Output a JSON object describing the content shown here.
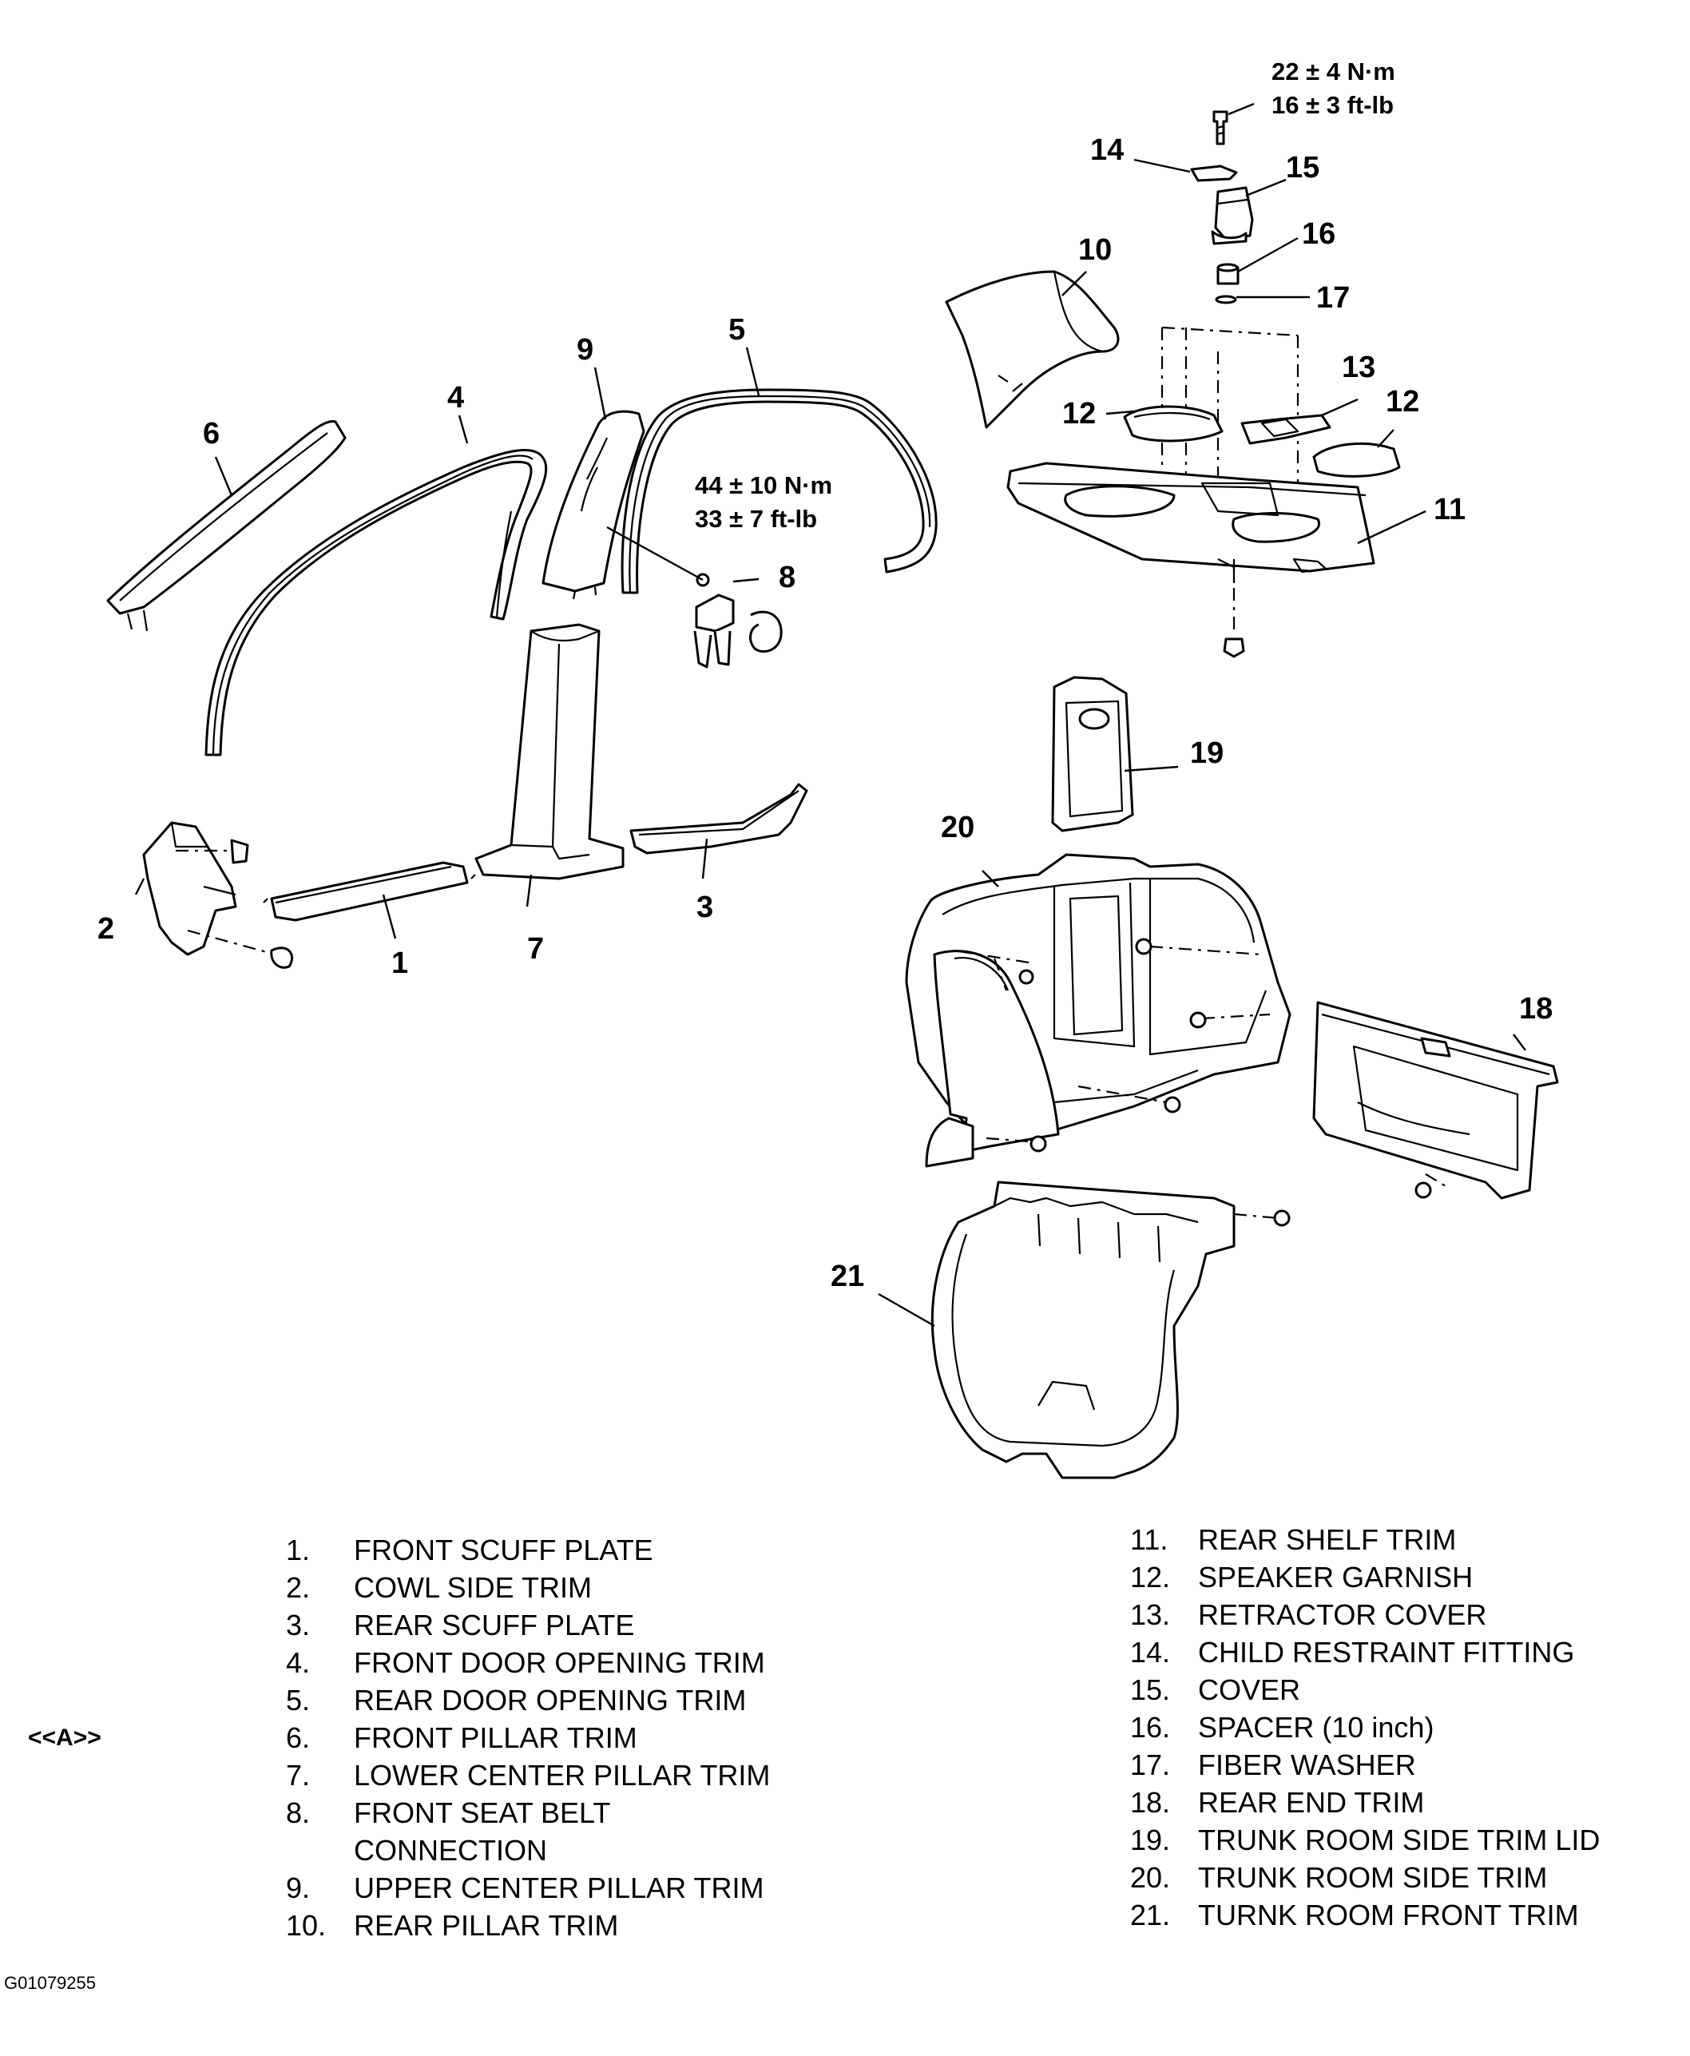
{
  "callouts": {
    "c1": "1",
    "c2": "2",
    "c3": "3",
    "c4": "4",
    "c5": "5",
    "c6": "6",
    "c7": "7",
    "c8": "8",
    "c9": "9",
    "c10": "10",
    "c11": "11",
    "c12a": "12",
    "c12b": "12",
    "c13": "13",
    "c14": "14",
    "c15": "15",
    "c16": "16",
    "c17": "17",
    "c18": "18",
    "c19": "19",
    "c20": "20",
    "c21": "21"
  },
  "torques": {
    "upper_nm": "22 ± 4 N·m",
    "upper_ftlb": "16 ± 3 ft-lb",
    "belt_nm": "44 ± 10 N·m",
    "belt_ftlb": "33 ± 7 ft-lb"
  },
  "legend": {
    "left": [
      {
        "num": "1.",
        "text": "FRONT SCUFF PLATE"
      },
      {
        "num": "2.",
        "text": "COWL SIDE TRIM"
      },
      {
        "num": "3.",
        "text": "REAR SCUFF PLATE"
      },
      {
        "num": "4.",
        "text": "FRONT DOOR OPENING TRIM"
      },
      {
        "num": "5.",
        "text": "REAR DOOR OPENING TRIM"
      },
      {
        "num": "6.",
        "text": "FRONT PILLAR TRIM"
      },
      {
        "num": "7.",
        "text": "LOWER CENTER PILLAR TRIM"
      },
      {
        "num": "8.",
        "text": "FRONT SEAT BELT"
      },
      {
        "num": "",
        "text": "CONNECTION"
      },
      {
        "num": "9.",
        "text": "UPPER CENTER PILLAR TRIM"
      },
      {
        "num": "10.",
        "text": "REAR PILLAR TRIM"
      }
    ],
    "right": [
      {
        "num": "11.",
        "text": "REAR SHELF TRIM"
      },
      {
        "num": "12.",
        "text": "SPEAKER GARNISH"
      },
      {
        "num": "13.",
        "text": "RETRACTOR COVER"
      },
      {
        "num": "14.",
        "text": "CHILD RESTRAINT FITTING"
      },
      {
        "num": "15.",
        "text": "COVER"
      },
      {
        "num": "16.",
        "text": "SPACER (10 inch)"
      },
      {
        "num": "17.",
        "text": "FIBER WASHER"
      },
      {
        "num": "18.",
        "text": "REAR END TRIM"
      },
      {
        "num": "19.",
        "text": "TRUNK ROOM SIDE TRIM LID"
      },
      {
        "num": "20.",
        "text": "TRUNK ROOM SIDE TRIM"
      },
      {
        "num": "21.",
        "text": "TURNK ROOM FRONT TRIM"
      }
    ]
  },
  "note": "<<A>>",
  "figure_id": "G01079255"
}
